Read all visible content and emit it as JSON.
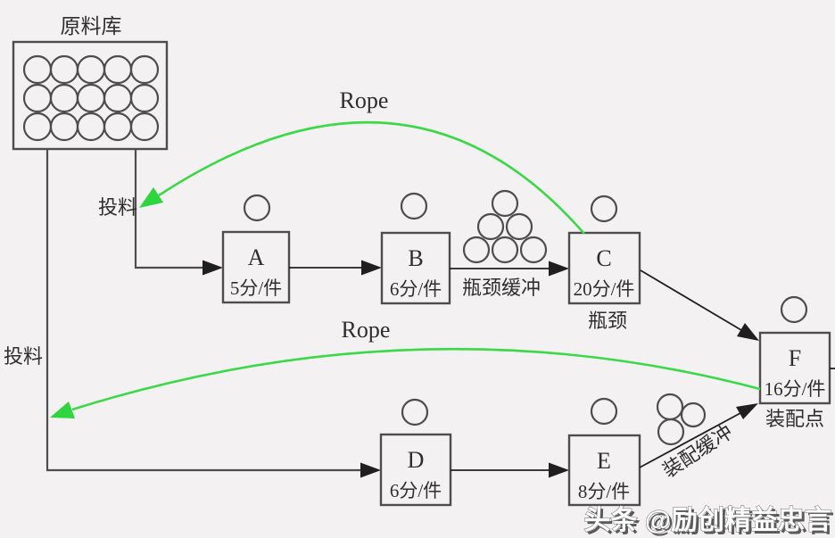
{
  "diagram": {
    "warehouse": {
      "label": "原料库"
    },
    "feed": {
      "top_label": "投料",
      "bottom_label": "投料"
    },
    "ropes": {
      "top_label": "Rope",
      "bottom_label": "Rope"
    },
    "processes": [
      {
        "letter": "A",
        "rate": "5分/件"
      },
      {
        "letter": "B",
        "rate": "6分/件"
      },
      {
        "letter": "C",
        "rate": "20分/件",
        "caption": "瓶颈"
      },
      {
        "letter": "D",
        "rate": "6分/件"
      },
      {
        "letter": "E",
        "rate": "8分/件"
      },
      {
        "letter": "F",
        "rate": "16分/件",
        "caption": "装配点"
      }
    ],
    "buffers": {
      "bottleneck_label": "瓶颈缓冲",
      "assembly_label": "装配缓冲"
    },
    "colors": {
      "background": "#f3f1f2",
      "rope_green": "#3bd948",
      "line_gray": "#4d4d4d",
      "arrow_black": "#1f1f1f",
      "text": "#2e2e2e"
    }
  },
  "watermark": {
    "text": "头条 @励创精益忠言"
  }
}
